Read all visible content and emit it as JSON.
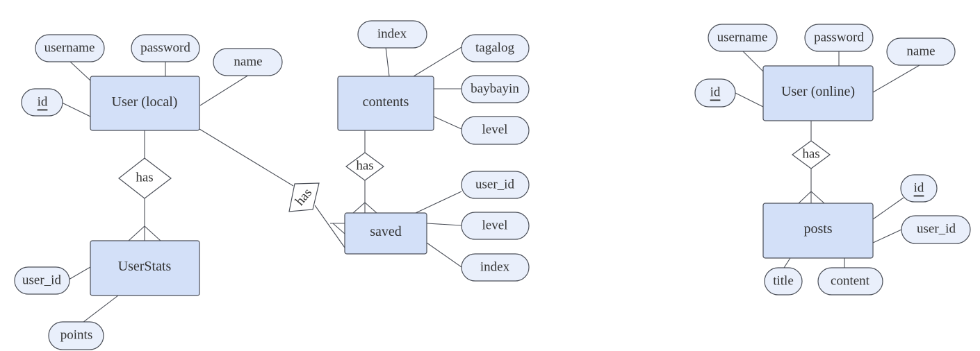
{
  "local": {
    "user_entity": "User (local)",
    "user_attrs": {
      "id": "id",
      "username": "username",
      "password": "password",
      "name": "name"
    },
    "has_user_stats": "has",
    "stats_entity": "UserStats",
    "stats_attrs": {
      "user_id": "user_id",
      "points": "points"
    },
    "contents_entity": "contents",
    "contents_attrs": {
      "index": "index",
      "tagalog": "tagalog",
      "baybayin": "baybayin",
      "level": "level"
    },
    "has_contents_saved": "has",
    "saved_entity": "saved",
    "saved_attrs": {
      "user_id": "user_id",
      "level": "level",
      "index": "index"
    },
    "has_user_saved": "has"
  },
  "online": {
    "user_entity": "User (online)",
    "user_attrs": {
      "id": "id",
      "username": "username",
      "password": "password",
      "name": "name"
    },
    "has_posts": "has",
    "posts_entity": "posts",
    "posts_attrs": {
      "id": "id",
      "user_id": "user_id",
      "title": "title",
      "content": "content"
    }
  }
}
